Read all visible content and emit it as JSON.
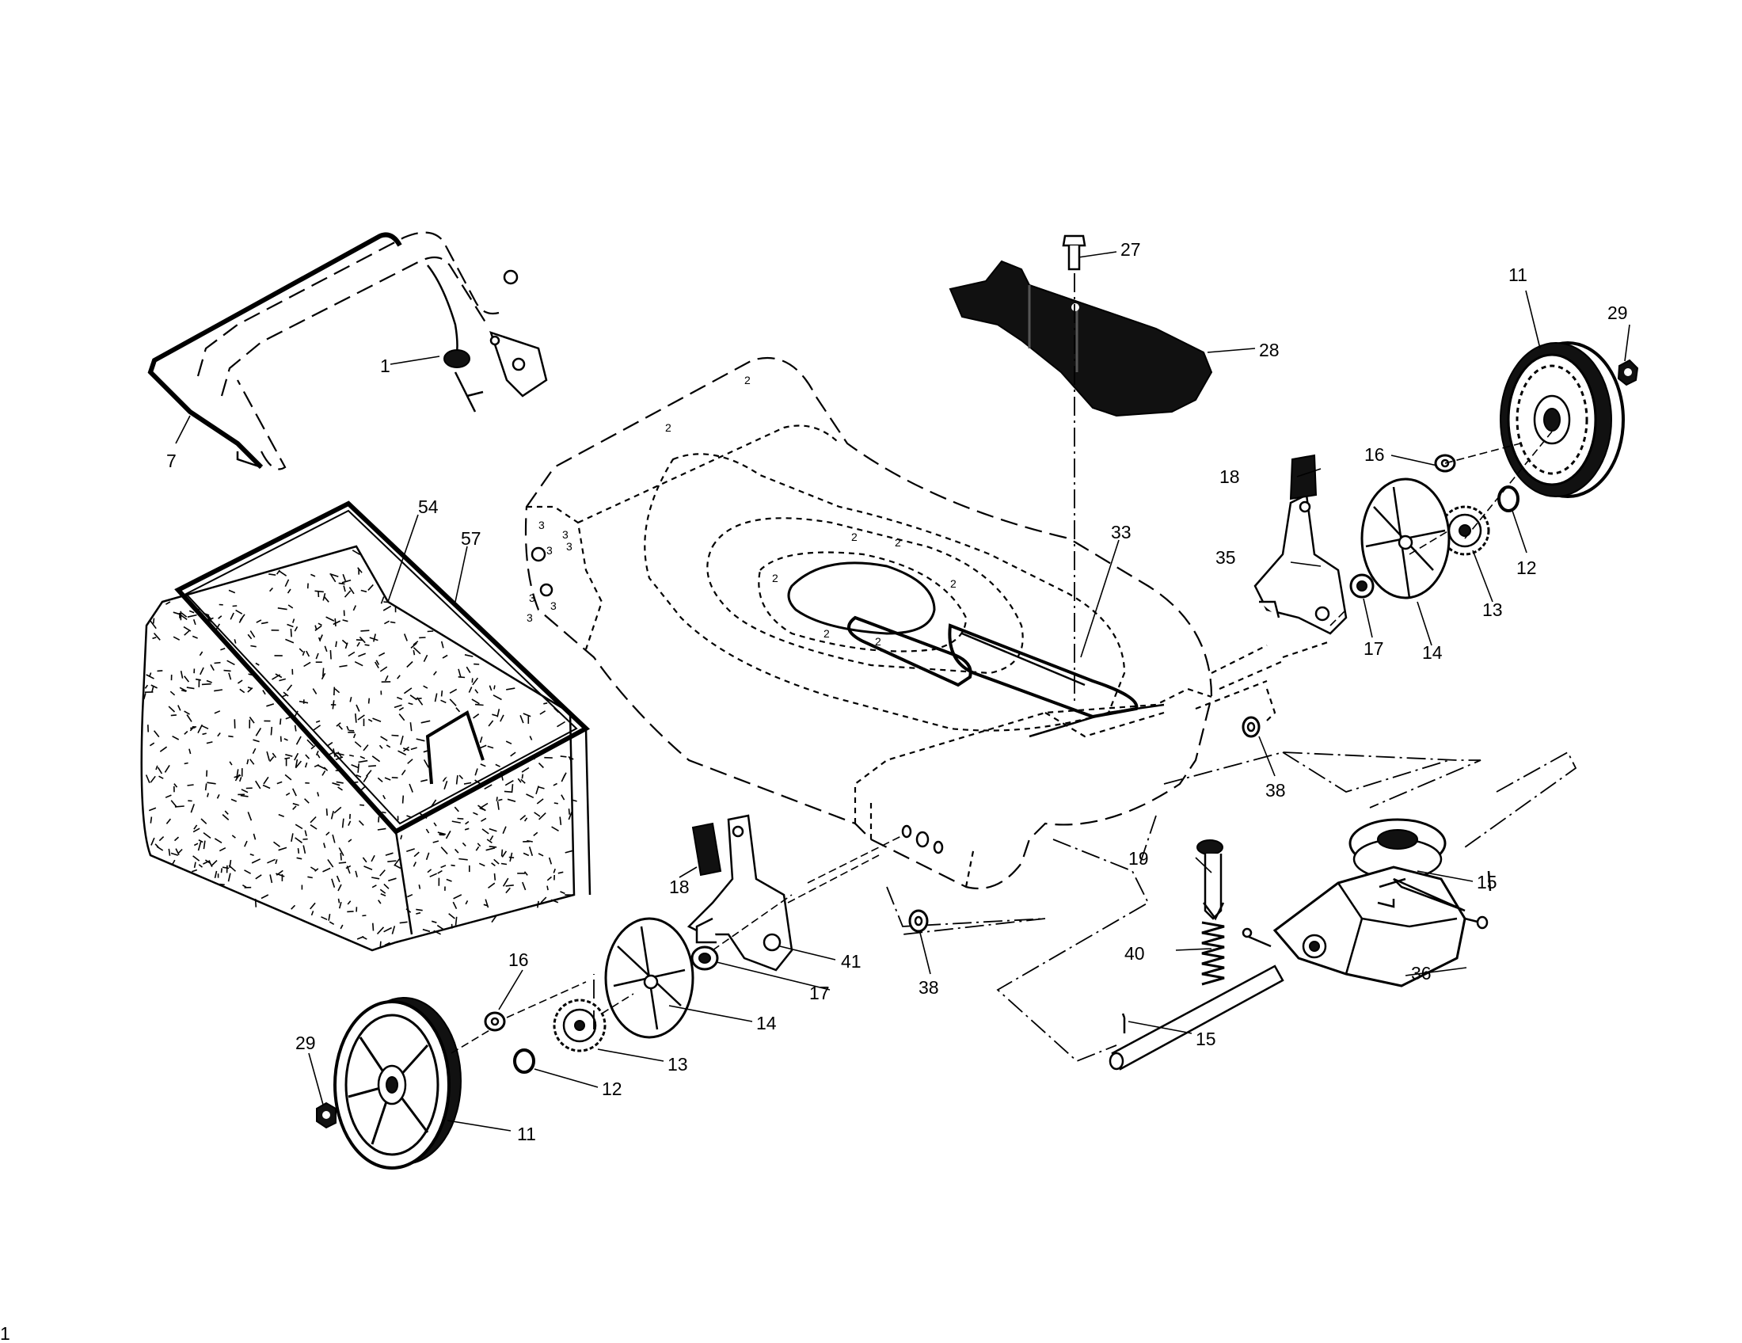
{
  "callouts": {
    "c1": "1",
    "c7": "7",
    "c11a": "11",
    "c11b": "11",
    "c12a": "12",
    "c12b": "12",
    "c13a": "13",
    "c13b": "13",
    "c14a": "14",
    "c14b": "14",
    "c15a": "15",
    "c15b": "15",
    "c16a": "16",
    "c16b": "16",
    "c17a": "17",
    "c17b": "17",
    "c18a": "18",
    "c18b": "18",
    "c19": "19",
    "c27": "27",
    "c28": "28",
    "c29a": "29",
    "c29b": "29",
    "c33": "33",
    "c35": "35",
    "c36": "36",
    "c38a": "38",
    "c38b": "38",
    "c40": "40",
    "c41": "41",
    "c54": "54",
    "c57": "57"
  },
  "deck_marks": {
    "m2": "2",
    "m3": "3"
  },
  "corner_mark": "1"
}
